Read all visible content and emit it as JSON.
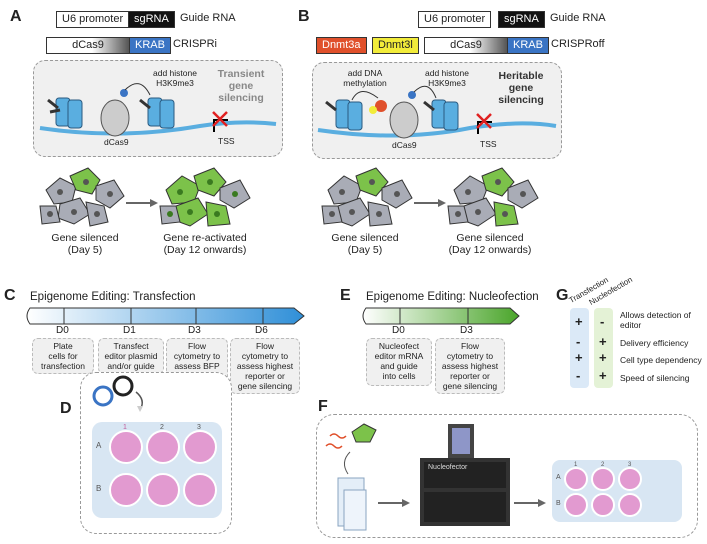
{
  "panelA": {
    "letter": "A",
    "guide": {
      "promoter": "U6 promoter",
      "sgrna": "sgRNA",
      "label": "Guide RNA"
    },
    "construct": {
      "dcas9": "dCas9",
      "krab": "KRAB",
      "label": "CRISPRi"
    },
    "annotation": "add histone\nH3K9me3",
    "effect": "Transient\ngene\nsilencing",
    "protein": "dCas9",
    "tss": "TSS",
    "left_caption": "Gene silenced\n(Day 5)",
    "right_caption": "Gene re-activated\n(Day 12 onwards)"
  },
  "panelB": {
    "letter": "B",
    "guide": {
      "promoter": "U6 promoter",
      "sgrna": "sgRNA",
      "label": "Guide RNA"
    },
    "construct": {
      "dnmt3a": "Dnmt3a",
      "dnmt3l": "Dnmt3l",
      "dcas9": "dCas9",
      "krab": "KRAB",
      "label": "CRISPRoff"
    },
    "annotation1": "add DNA\nmethylation",
    "annotation2": "add histone\nH3K9me3",
    "effect": "Heritable\ngene\nsilencing",
    "protein": "dCas9",
    "tss": "TSS",
    "left_caption": "Gene silenced\n(Day 5)",
    "right_caption": "Gene silenced\n(Day 12 onwards)"
  },
  "panelC": {
    "letter": "C",
    "title": "Epigenome Editing: Transfection",
    "days": [
      "D0",
      "D1",
      "D3",
      "D6"
    ],
    "steps": [
      "Plate\ncells for\ntransfection",
      "Transfect\neditor plasmid\nand/or guide",
      "Flow\ncytometry to\nassess BFP\npositive cells",
      "Flow\ncytometry to\nassess highest\nreporter or\ngene silencing"
    ]
  },
  "panelD": {
    "letter": "D",
    "cols": [
      "1",
      "2",
      "3"
    ],
    "rows": [
      "A",
      "B"
    ]
  },
  "panelE": {
    "letter": "E",
    "title": "Epigenome Editing: Nucleofection",
    "days": [
      "D0",
      "D3"
    ],
    "steps": [
      "Nucleofect\neditor mRNA\nand guide\ninto cells",
      "Flow\ncytometry to\nassess highest\nreporter or\ngene silencing"
    ]
  },
  "panelF": {
    "letter": "F",
    "device": "Nucleofector",
    "cols": [
      "1",
      "2",
      "3"
    ],
    "rows": [
      "A",
      "B"
    ]
  },
  "panelG": {
    "letter": "G",
    "headers": [
      "Transfection",
      "Nucleofection"
    ],
    "rows": [
      {
        "t": "+",
        "n": "-",
        "label": "Allows detection of\neditor"
      },
      {
        "t": "-",
        "n": "+",
        "label": "Delivery efficiency"
      },
      {
        "t": "+",
        "n": "+",
        "label": "Cell type dependency"
      },
      {
        "t": "-",
        "n": "+",
        "label": "Speed of silencing"
      }
    ],
    "colors": {
      "transfection": "#dbe9f7",
      "nucleofection": "#e4f2d6"
    }
  },
  "colors": {
    "dcas9": "#ffffff",
    "krab": "#3a74c4",
    "dnmt3a": "#e0502b",
    "dnmt3l": "#f2ec3a",
    "sgrna": "#111111",
    "dna": "#5aaee0",
    "green_cell": "#7cc24a",
    "grey_cell": "#a9acb6"
  }
}
